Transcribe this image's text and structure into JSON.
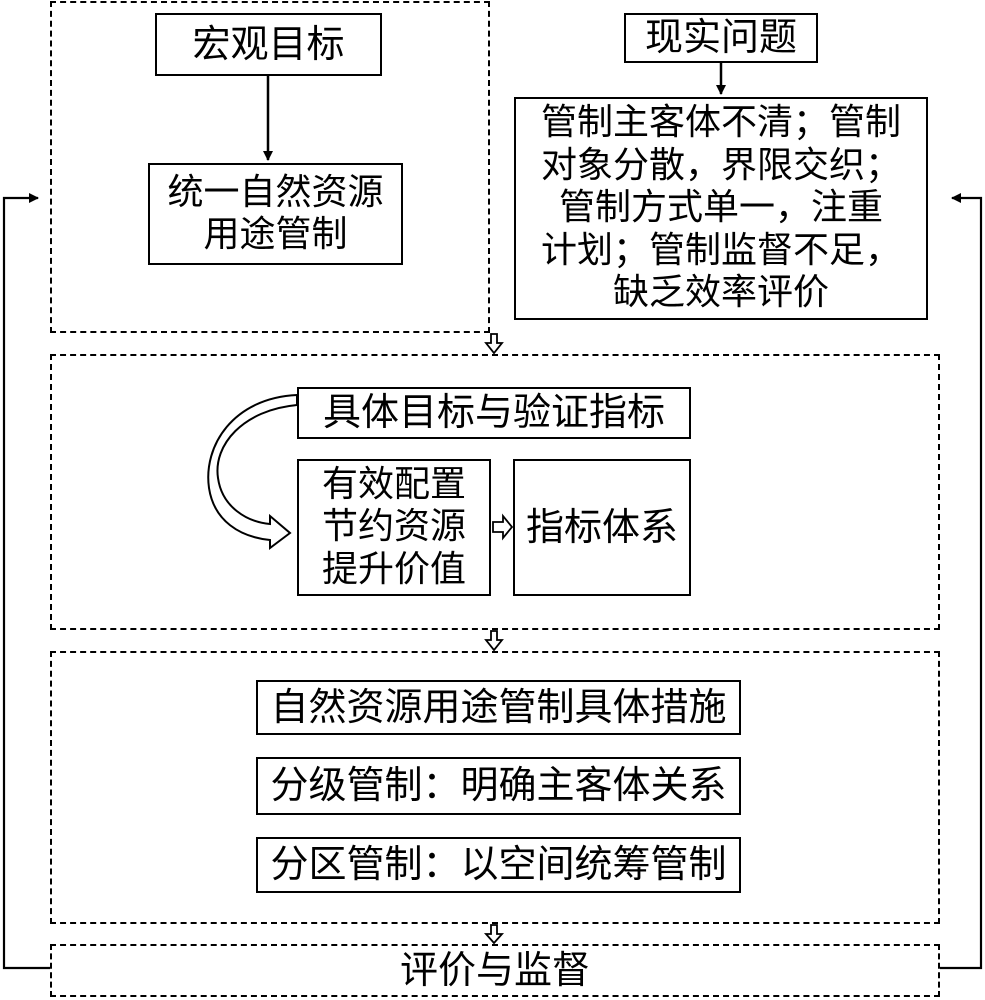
{
  "top_left": {
    "macro_goal": "宏观目标",
    "unified_control_lines": [
      "统一自然资源",
      "用途管制"
    ]
  },
  "top_right": {
    "real_problems": "现实问题",
    "problem_lines": [
      "管制主客体不清；管制",
      "对象分散，界限交织；",
      "管制方式单一，注重",
      "计划；管制监督不足，",
      "缺乏效率评价"
    ]
  },
  "middle": {
    "specific_goals": "具体目标与验证指标",
    "objective_lines": [
      "有效配置",
      "节约资源",
      "提升价值"
    ],
    "indicator_system": "指标体系"
  },
  "measures": {
    "title": "自然资源用途管制具体措施",
    "graded": "分级管制：明确主客体关系",
    "zoned": "分区管制：以空间统筹管制"
  },
  "bottom": {
    "evaluation": "评价与监督"
  }
}
